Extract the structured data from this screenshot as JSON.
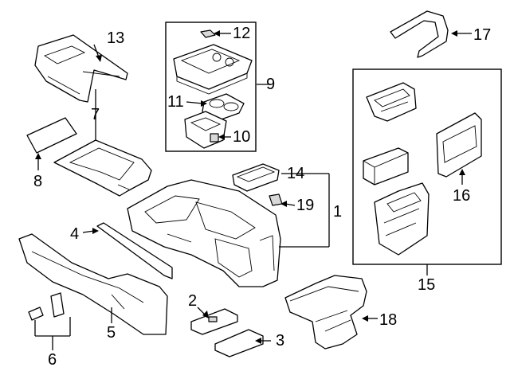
{
  "diagram": {
    "title": "Console assembly exploded parts diagram",
    "callouts": [
      {
        "id": "c1",
        "number": "1"
      },
      {
        "id": "c2",
        "number": "2"
      },
      {
        "id": "c3",
        "number": "3"
      },
      {
        "id": "c4",
        "number": "4"
      },
      {
        "id": "c5",
        "number": "5"
      },
      {
        "id": "c6",
        "number": "6"
      },
      {
        "id": "c7",
        "number": "7"
      },
      {
        "id": "c8",
        "number": "8"
      },
      {
        "id": "c9",
        "number": "9"
      },
      {
        "id": "c10",
        "number": "10"
      },
      {
        "id": "c11",
        "number": "11"
      },
      {
        "id": "c12",
        "number": "12"
      },
      {
        "id": "c13",
        "number": "13"
      },
      {
        "id": "c14",
        "number": "14"
      },
      {
        "id": "c15",
        "number": "15"
      },
      {
        "id": "c16",
        "number": "16"
      },
      {
        "id": "c17",
        "number": "17"
      },
      {
        "id": "c18",
        "number": "18"
      },
      {
        "id": "c19",
        "number": "19"
      }
    ]
  }
}
